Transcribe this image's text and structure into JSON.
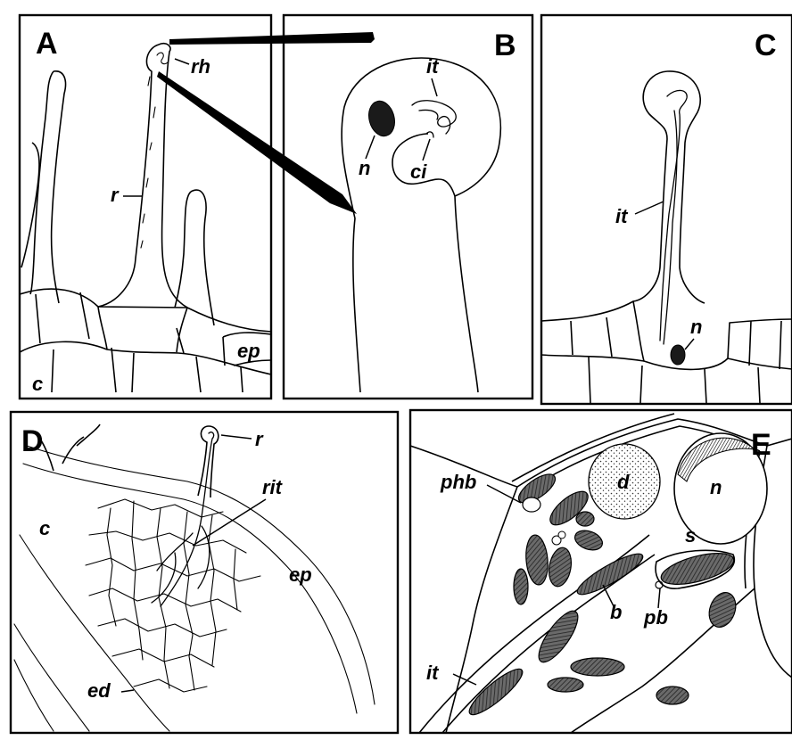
{
  "panels": {
    "a": {
      "letter": "A",
      "labels": {
        "rh": "rh",
        "r": "r",
        "ep": "ep",
        "c": "c"
      }
    },
    "b": {
      "letter": "B",
      "labels": {
        "it": "it",
        "n": "n",
        "ci": "ci"
      }
    },
    "c": {
      "letter": "C",
      "labels": {
        "it": "it",
        "n": "n"
      }
    },
    "d": {
      "letter": "D",
      "labels": {
        "r": "r",
        "rit": "rit",
        "c": "c",
        "ep": "ep",
        "ed": "ed"
      }
    },
    "e": {
      "letter": "E",
      "labels": {
        "phb": "phb",
        "d": "d",
        "n": "n",
        "s": "s",
        "b": "b",
        "pb": "pb",
        "it": "it"
      }
    }
  },
  "colors": {
    "ink": "#000000",
    "paper": "#ffffff",
    "bacteroid_fill": "#555555"
  }
}
